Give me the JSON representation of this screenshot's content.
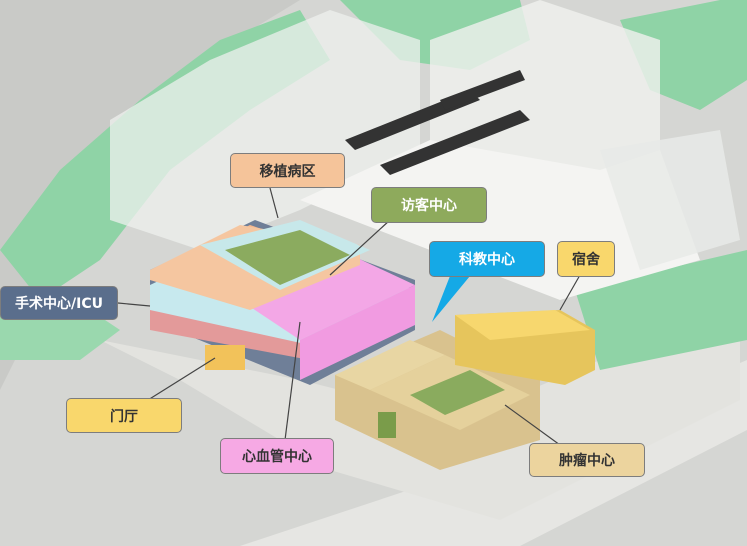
{
  "labels": {
    "transplant": {
      "text": "移植病区",
      "bg": "#f5c49a",
      "color": "#333333"
    },
    "visitor": {
      "text": "访客中心",
      "bg": "#8eaa5c",
      "color": "#ffffff"
    },
    "research": {
      "text": "科教中心",
      "bg": "#15a9e6",
      "color": "#ffffff"
    },
    "dorm": {
      "text": "宿舍",
      "bg": "#f9d76c",
      "color": "#333333"
    },
    "surgery": {
      "text": "手术中心/ICU",
      "bg": "#5a6e8c",
      "color": "#ffffff"
    },
    "lobby": {
      "text": "门厅",
      "bg": "#f9d76c",
      "color": "#333333"
    },
    "cardio": {
      "text": "心血管中心",
      "bg": "#f6a9e4",
      "color": "#333333"
    },
    "oncology": {
      "text": "肿瘤中心",
      "bg": "#ecd49e",
      "color": "#333333"
    }
  }
}
